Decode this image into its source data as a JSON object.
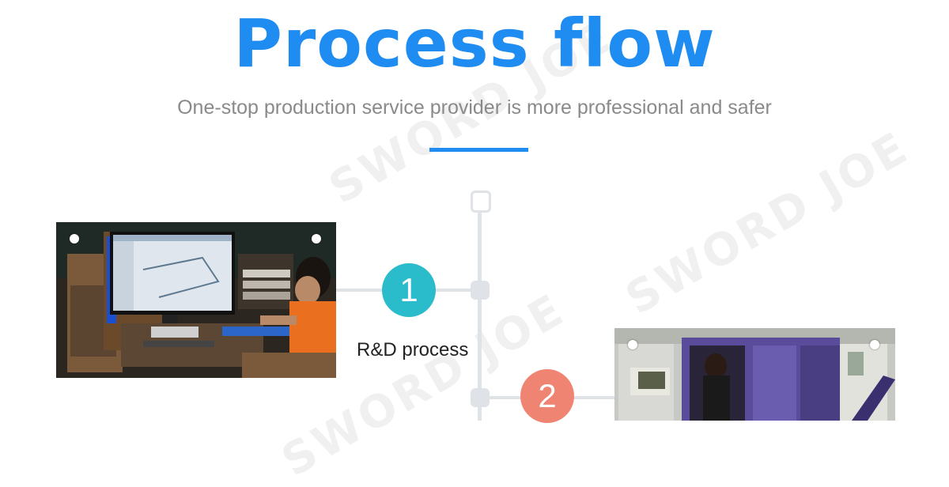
{
  "header": {
    "title": "Process flow",
    "subtitle": "One-stop production service provider is more professional and safer"
  },
  "watermark": {
    "text": "SWORD JOE"
  },
  "steps": [
    {
      "number": "1",
      "label": "R&D process",
      "color": "#2bbccc"
    },
    {
      "number": "2",
      "label": "",
      "color": "#ef8472"
    }
  ],
  "colors": {
    "accent": "#1e8cf0",
    "timeline": "#dfe3e7"
  }
}
